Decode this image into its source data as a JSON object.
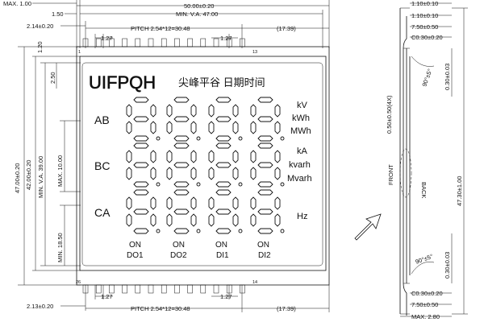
{
  "dimensions": {
    "max_top": "MAX. 1.00",
    "overall_width": "50.00±0.20",
    "edge_1_50": "1.50",
    "min_va_width": "MIN. V.A. 47.00",
    "offset_top": "2.14±0.20",
    "pin_gap_top_left": "1.27",
    "pin_gap_top_right": "1.27",
    "pitch_top": "PITCH 2.54*12=30.48",
    "right_gap_top": "(17.39)",
    "pin_first_top": "1",
    "pin_last_top": "13",
    "pin_first_bottom": "26",
    "pin_last_bottom": "14",
    "offset_bottom": "2.13±0.20",
    "pin_gap_bottom_left": "1.27",
    "pin_gap_bottom_right": "1.27",
    "pitch_bottom": "PITCH 2.54*12=30.48",
    "right_gap_bottom": "(17.39)",
    "left_1_20": "1.20",
    "left_2_50": "2.50",
    "overall_height": "47.00±0.20",
    "glass_height": "42.00±0.20",
    "min_va_height": "MIN. V.A. 39.00",
    "max_10": "MAX. 10.00",
    "min_18_50": "MIN. 18.50"
  },
  "display": {
    "brand": "UIFPQH",
    "subtitle": "尖峰平谷 日期时间",
    "rows": [
      {
        "label": "AB",
        "unit_lines": [
          "kV",
          "kWh",
          "MWh"
        ]
      },
      {
        "label": "BC",
        "unit_lines": [
          "kA",
          "kvarh",
          "Mvarh"
        ]
      },
      {
        "label": "CA",
        "unit_lines": [
          "Hz"
        ]
      }
    ],
    "status": [
      {
        "on": "ON",
        "name": "DO1"
      },
      {
        "on": "ON",
        "name": "DO2"
      },
      {
        "on": "ON",
        "name": "DI1"
      },
      {
        "on": "ON",
        "name": "DI2"
      }
    ]
  },
  "side_view": {
    "top_1": "1.10±0.10",
    "top_2": "1.10±0.10",
    "top_3": "7.50±0.50",
    "top_4": "C0.30±0.20",
    "angle_top": "90°±5°",
    "right_top": "0.30±0.03",
    "pin_thickness": "0.50±0.50(4X)",
    "front": "FRONT",
    "back": "BACK",
    "right_mid": "47.30±1.00",
    "angle_bottom": "90°±5°",
    "right_bottom": "0.30±0.03",
    "bot_1": "C0.30±0.20",
    "bot_2": "7.50±0.50",
    "bot_3": "MAX. 2.80"
  }
}
